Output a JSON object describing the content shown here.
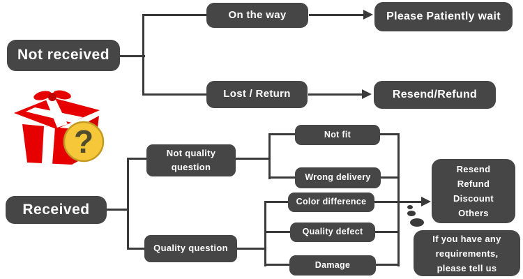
{
  "nodes": {
    "not_received": "Not received",
    "on_the_way": "On the way",
    "please_wait": "Please Patiently wait",
    "lost_return": "Lost / Return",
    "resend_refund": "Resend/Refund",
    "received": "Received",
    "not_quality": {
      "lines": [
        "Not quality",
        "question"
      ]
    },
    "not_fit": "Not fit",
    "wrong_delivery": "Wrong delivery",
    "quality_question": "Quality question",
    "color_difference": "Color difference",
    "quality_defect": "Quality defect",
    "damage": "Damage",
    "resolution": {
      "lines": [
        "Resend",
        "Refund",
        "Discount",
        "Others"
      ]
    },
    "requirements": {
      "lines": [
        "If you have any",
        "requirements,",
        "please tell us"
      ]
    }
  },
  "icons": {
    "gift": "gift-box-with-question-mark",
    "question_mark": "?"
  },
  "colors": {
    "node_background": "#464646",
    "node_text": "#ffffff",
    "connector": "#3a3a3a",
    "gift_red": "#e60000",
    "gift_red_dark": "#cf0000",
    "ribbon_white": "#ffffff",
    "badge_yellow": "#f5c739",
    "badge_border": "#c49a20",
    "question_mark_color": "#514c2c",
    "background": "#ffffff"
  }
}
